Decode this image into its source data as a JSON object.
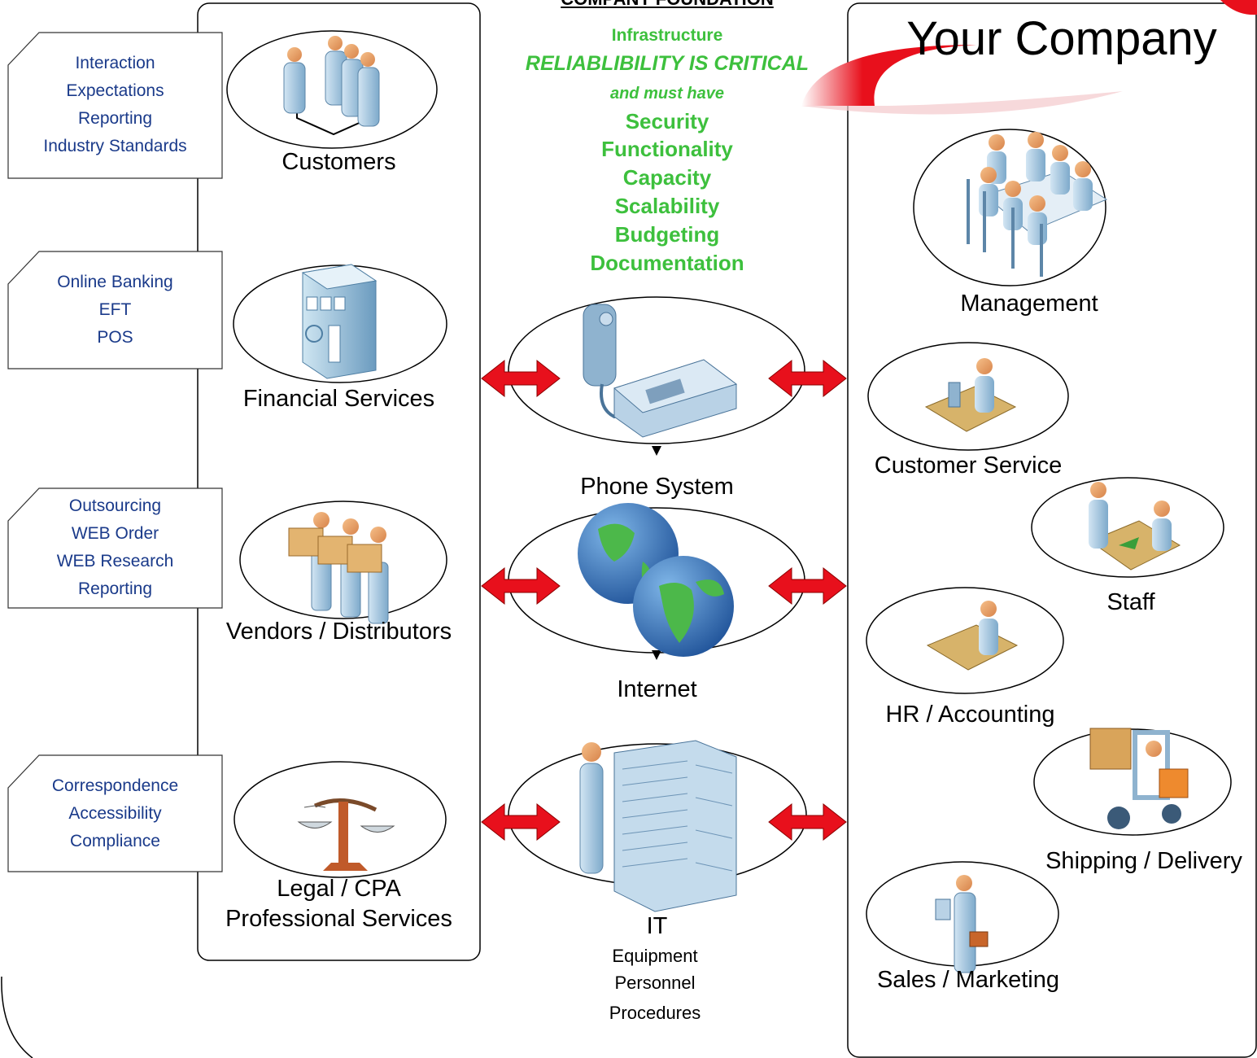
{
  "foundation": {
    "title": "COMPANY FOUNDATION",
    "lines": [
      {
        "text": "Infrastructure",
        "style": "bold"
      },
      {
        "text": "RELIABLIBILITY IS CRITICAL",
        "style": "bold-italic"
      },
      {
        "text": "and must have",
        "style": "bold-italic"
      },
      {
        "text": "Security",
        "style": "bold"
      },
      {
        "text": "Functionality",
        "style": "bold"
      },
      {
        "text": "Capacity",
        "style": "bold"
      },
      {
        "text": "Scalability",
        "style": "bold"
      },
      {
        "text": "Budgeting",
        "style": "bold"
      },
      {
        "text": "Documentation",
        "style": "bold"
      }
    ],
    "color": "#3dc03d"
  },
  "company": {
    "title": "Your Company",
    "swoosh_color": "#e8101c"
  },
  "notes": [
    {
      "lines": [
        "Interaction",
        "Expectations",
        "Reporting",
        "Industry Standards"
      ]
    },
    {
      "lines": [
        "Online Banking",
        "EFT",
        "POS"
      ]
    },
    {
      "lines": [
        "Outsourcing",
        "WEB Order",
        "WEB Research",
        "Reporting"
      ]
    },
    {
      "lines": [
        "Correspondence",
        "Accessibility",
        "Compliance"
      ]
    }
  ],
  "external": [
    {
      "label": "Customers",
      "icon": "customers-people-icon"
    },
    {
      "label": "Financial Services",
      "icon": "bank-building-icon"
    },
    {
      "label": "Vendors / Distributors",
      "icon": "vendors-boxes-icon"
    },
    {
      "label": "Legal / CPA",
      "label2": "Professional Services",
      "icon": "scales-of-justice-icon"
    }
  ],
  "infrastructure": [
    {
      "label": "Phone System",
      "icon": "telephone-icon"
    },
    {
      "label": "Internet",
      "icon": "globe-icon"
    },
    {
      "label": "IT",
      "sub": [
        "Equipment",
        "Personnel",
        "Procedures"
      ],
      "icon": "server-technician-icon"
    }
  ],
  "departments": [
    {
      "label": "Management",
      "icon": "conference-table-icon"
    },
    {
      "label": "Customer Service",
      "icon": "call-center-agent-icon"
    },
    {
      "label": "Staff",
      "icon": "staff-meeting-icon"
    },
    {
      "label": "HR / Accounting",
      "icon": "desk-worker-icon"
    },
    {
      "label": "Shipping / Delivery",
      "icon": "forklift-icon"
    },
    {
      "label": "Sales / Marketing",
      "icon": "salesperson-icon"
    }
  ],
  "arrow_color": "#e8101c"
}
